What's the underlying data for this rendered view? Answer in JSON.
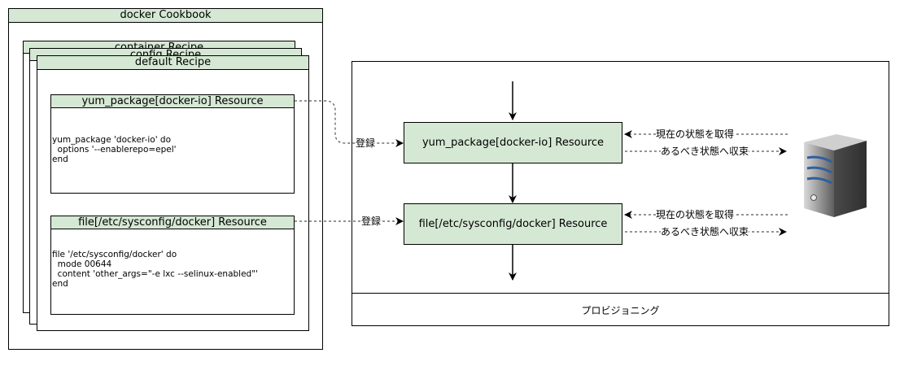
{
  "cookbook": {
    "title": "docker Cookbook"
  },
  "recipes": {
    "back2": "container Recipe",
    "back1": "config Recipe",
    "front": "default Recipe"
  },
  "resources": [
    {
      "title": "yum_package[docker-io] Resource",
      "code": "yum_package 'docker-io' do\n  options '--enablerepo=epel'\nend"
    },
    {
      "title": "file[/etc/sysconfig/docker] Resource",
      "code": "file '/etc/sysconfig/docker' do\n  mode 00644\n  content 'other_args=\"-e lxc --selinux-enabled\"'\nend"
    }
  ],
  "provisioning": {
    "label": "プロビジョニング",
    "resources": [
      {
        "title": "yum_package[docker-io] Resource",
        "register": "登録",
        "get_state": "現在の状態を取得",
        "converge": "あるべき状態へ収束"
      },
      {
        "title": "file[/etc/sysconfig/docker] Resource",
        "register": "登録",
        "get_state": "現在の状態を取得",
        "converge": "あるべき状態へ収束"
      }
    ]
  },
  "icons": {
    "server": "server-icon"
  }
}
